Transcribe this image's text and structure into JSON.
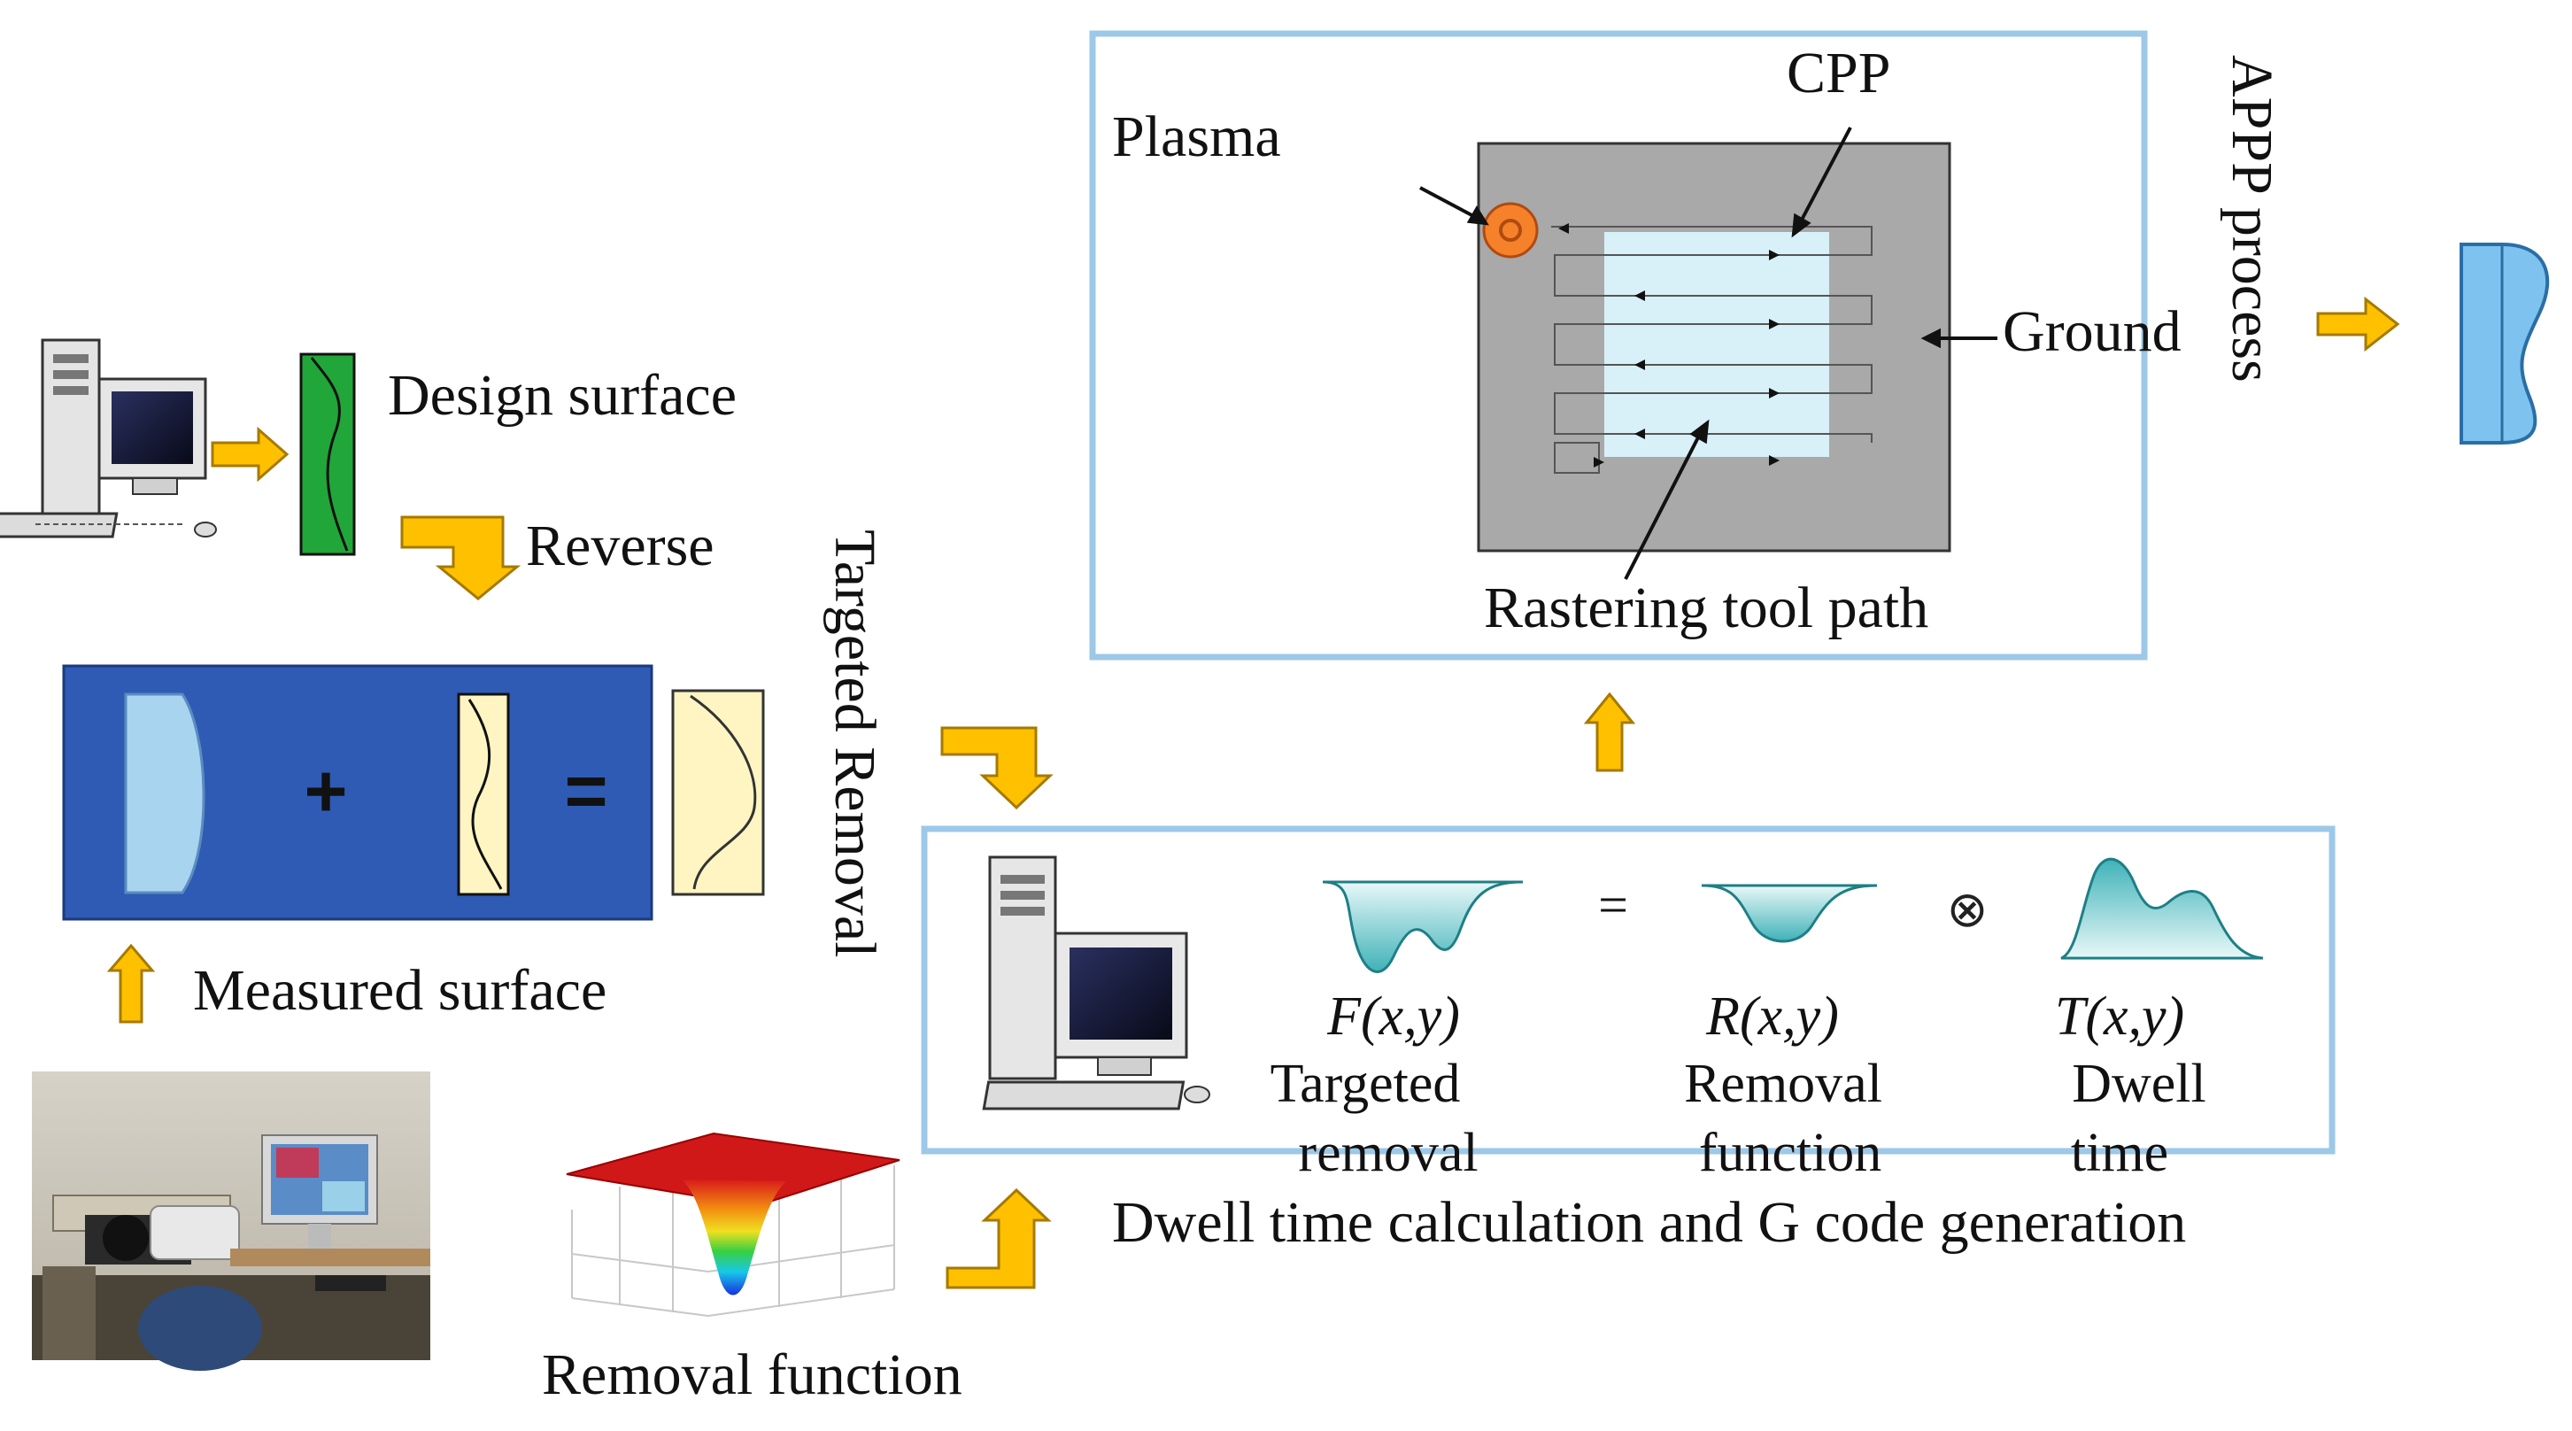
{
  "labels": {
    "design_surface": "Design surface",
    "reverse": "Reverse",
    "measured_surface": "Measured surface",
    "targeted_removal": "Targeted Removal",
    "removal_function": "Removal function",
    "dwell_caption": "Dwell time calculation and G code generation",
    "plasma": "Plasma",
    "cpp": "CPP",
    "ground": "Ground",
    "rastering": "Rastering tool path",
    "appp": "APPP process"
  },
  "equation": {
    "plus": "+",
    "equals": "=",
    "eq_sign": "=",
    "convolve": "⊗",
    "f_sym": "F(x,y)",
    "f_line1": "Targeted",
    "f_line2": "removal",
    "r_sym": "R(x,y)",
    "r_line1": "Removal",
    "r_line2": "function",
    "t_sym": "T(x,y)",
    "t_line1": "Dwell",
    "t_line2": "time"
  },
  "colors": {
    "box_border": "#9dc8e8",
    "arrow_fill": "#ffc000",
    "arrow_stroke": "#a57a00",
    "blue_panel": "#2f5bb4",
    "green_surface": "#21a639",
    "cream_surface": "#fff5c2",
    "lens_blue": "#a8d4f0",
    "ground_gray": "#a9a9a9",
    "cpp_cyan": "#d8f0f8",
    "plasma_orange": "#f5822a",
    "part_blue": "#7ec2ef",
    "curve_teal": "#6fc9cf"
  }
}
